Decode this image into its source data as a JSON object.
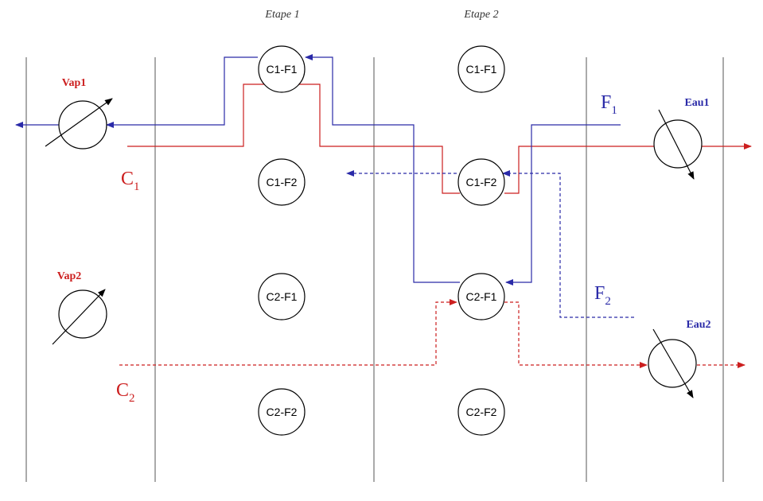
{
  "stages": {
    "stage1": "Etape 1",
    "stage2": "Etape 2"
  },
  "nodes": {
    "s1_c1f1": "C1-F1",
    "s1_c1f2": "C1-F2",
    "s1_c2f1": "C2-F1",
    "s1_c2f2": "C2-F2",
    "s2_c1f1": "C1-F1",
    "s2_c1f2": "C1-F2",
    "s2_c2f1": "C2-F1",
    "s2_c2f2": "C2-F2"
  },
  "streams": {
    "c1": {
      "letter": "C",
      "sub": "1"
    },
    "c2": {
      "letter": "C",
      "sub": "2"
    },
    "f1": {
      "letter": "F",
      "sub": "1"
    },
    "f2": {
      "letter": "F",
      "sub": "2"
    }
  },
  "utilities": {
    "vap1": "Vap1",
    "vap2": "Vap2",
    "eau1": "Eau1",
    "eau2": "Eau2"
  },
  "colors": {
    "hot": "#cc1f1f",
    "cold": "#2a2aa8",
    "divider": "#555555",
    "node_stroke": "#000000"
  }
}
